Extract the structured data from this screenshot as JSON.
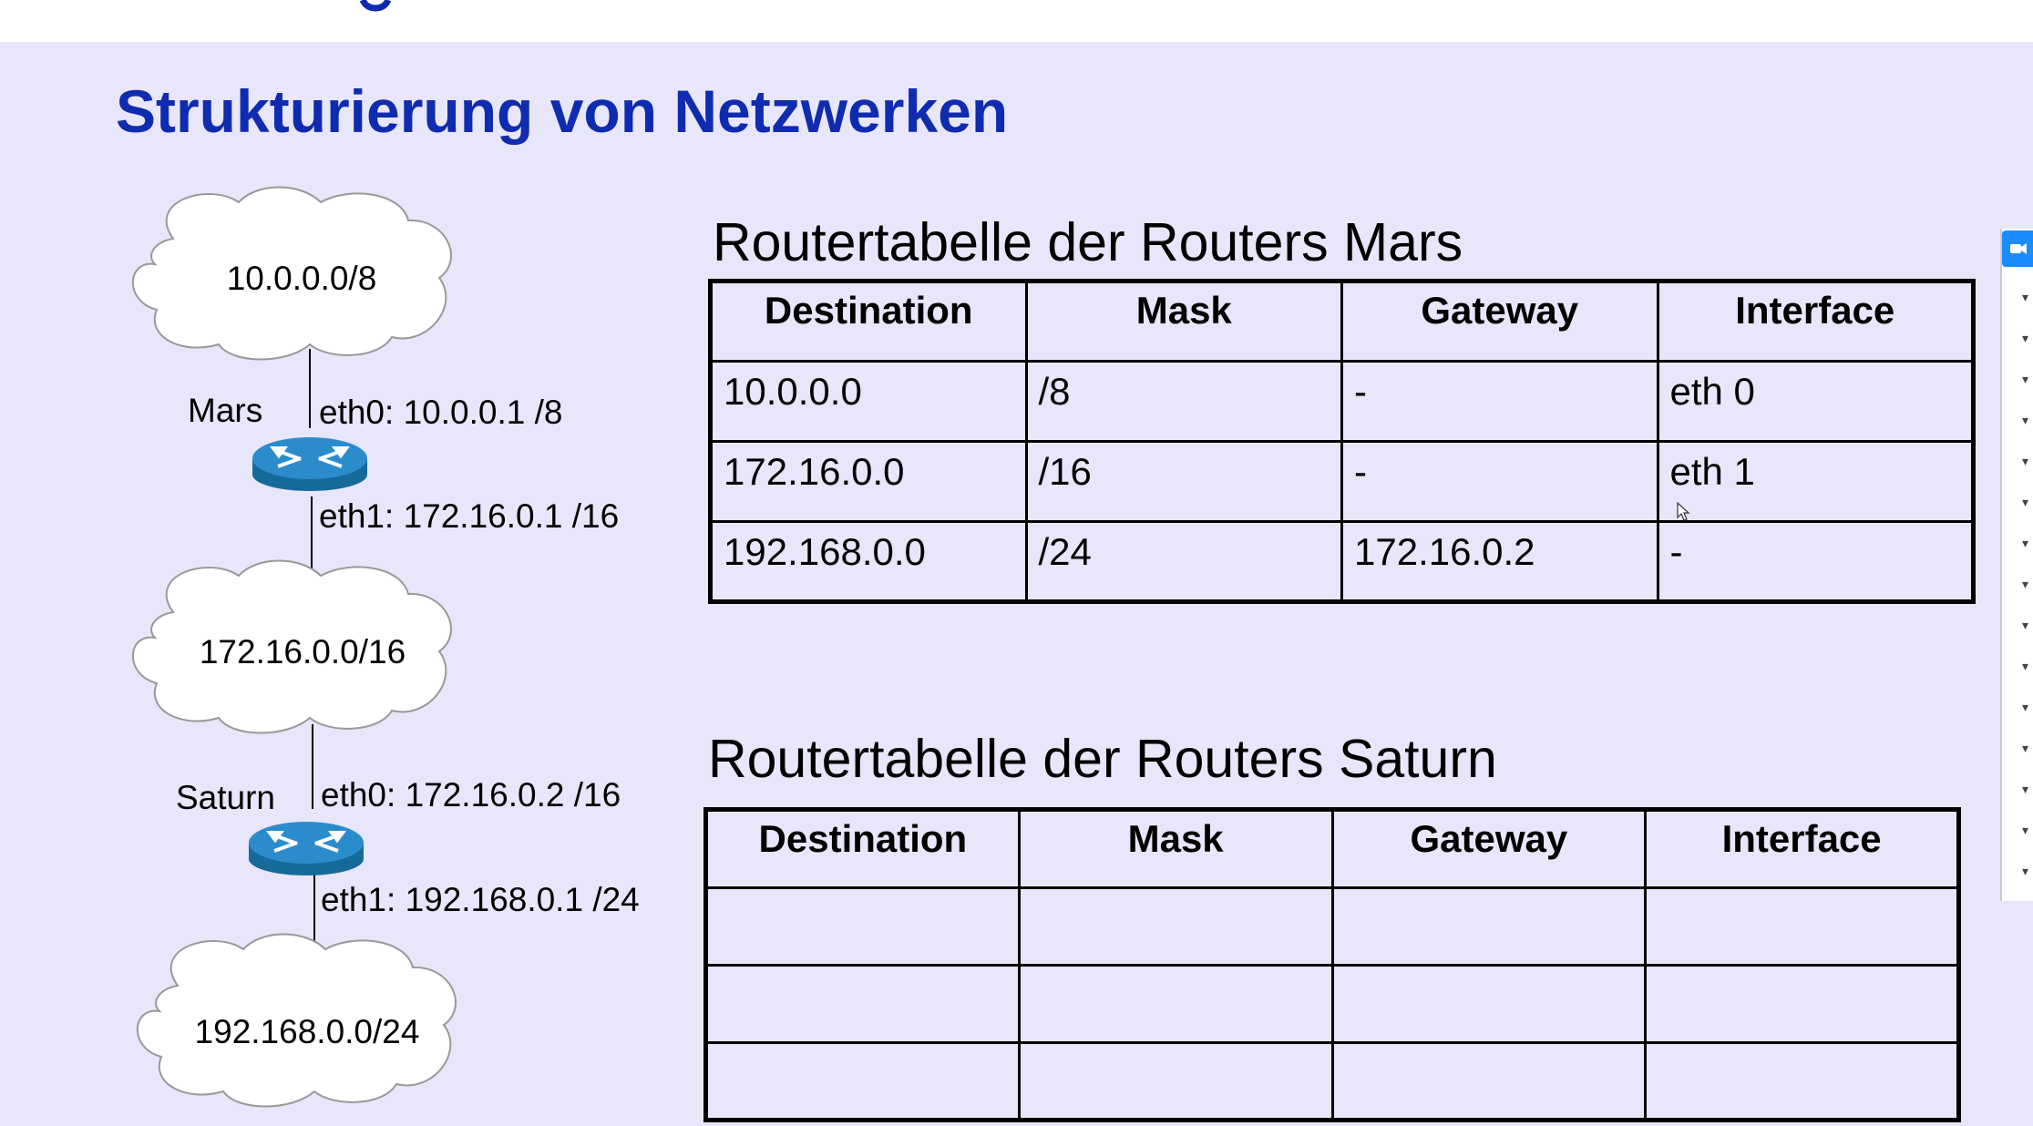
{
  "slide": {
    "title": "Strukturierung von Netzwerken"
  },
  "topology": {
    "networks": [
      "10.0.0.0/8",
      "172.16.0.0/16",
      "192.168.0.0/24"
    ],
    "routers": [
      {
        "name": "Mars",
        "eth0": "eth0: 10.0.0.1 /8",
        "eth1": "eth1: 172.16.0.1 /16"
      },
      {
        "name": "Saturn",
        "eth0": "eth0: 172.16.0.2 /16",
        "eth1": "eth1: 192.168.0.1 /24"
      }
    ]
  },
  "mars_table": {
    "title": "Routertabelle der Routers Mars",
    "headers": [
      "Destination",
      "Mask",
      "Gateway",
      "Interface"
    ],
    "rows": [
      [
        "10.0.0.0",
        "/8",
        "-",
        "eth 0"
      ],
      [
        "172.16.0.0",
        "/16",
        "-",
        "eth 1"
      ],
      [
        "192.168.0.0",
        "/24",
        "172.16.0.2",
        "-"
      ]
    ]
  },
  "saturn_table": {
    "title": "Routertabelle der Routers Saturn",
    "headers": [
      "Destination",
      "Mask",
      "Gateway",
      "Interface"
    ],
    "rows": [
      [
        "",
        "",
        "",
        ""
      ],
      [
        "",
        "",
        "",
        ""
      ],
      [
        "",
        "",
        "",
        ""
      ]
    ]
  },
  "side_panel": {
    "icon": "video-camera-icon",
    "accent": "#1a8cff"
  },
  "colors": {
    "slide_background": "#e8e6fa",
    "title": "#0f2bb0",
    "router_blue": "#1f7fb4"
  }
}
